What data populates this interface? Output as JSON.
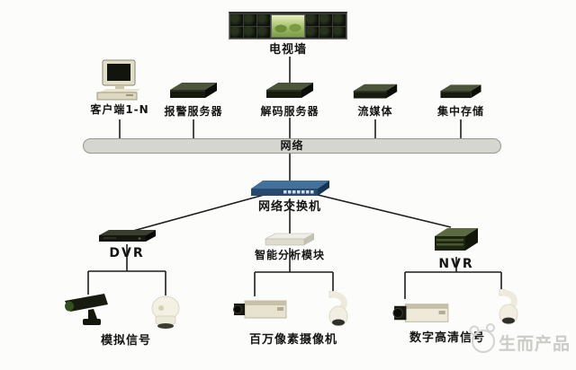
{
  "diagram": {
    "type": "security-surveillance-network-topology",
    "tv_wall": {
      "label": "电视墙"
    },
    "top_devices": [
      {
        "label": "客户端1-N",
        "icon": "workstation-icon"
      },
      {
        "label": "报警服务器",
        "icon": "server-icon"
      },
      {
        "label": "解码服务器",
        "icon": "server-icon"
      },
      {
        "label": "流媒体",
        "icon": "server-icon"
      },
      {
        "label": "集中存储",
        "icon": "server-icon"
      }
    ],
    "network_bus": {
      "label": "网络"
    },
    "switch": {
      "label": "网络交换机",
      "icon": "network-switch-icon"
    },
    "recorders": [
      {
        "label": "DVR",
        "icon": "dvr-icon"
      },
      {
        "label": "智能分析模块",
        "icon": "analysis-module-icon"
      },
      {
        "label": "NVR",
        "icon": "nvr-icon"
      }
    ],
    "camera_groups": [
      {
        "label": "模拟信号",
        "cameras": [
          "bullet-camera",
          "dome-camera"
        ]
      },
      {
        "label": "百万像素摄像机",
        "cameras": [
          "box-camera",
          "ptz-camera"
        ]
      },
      {
        "label": "数字高清信号",
        "cameras": [
          "box-camera",
          "ptz-camera"
        ]
      }
    ],
    "watermark": {
      "text": "生而产品",
      "mascot": "mascot-icon"
    },
    "colors": {
      "background": "#fcfcfa",
      "bus_fill": "#d6d6d0",
      "bus_border": "#97978f",
      "switch_blue": "#27496b",
      "server_olive": "#4c543c",
      "nvr_green": "#47582c",
      "wire": "#1d1d1d",
      "watermark_gray": "#cbcbc7"
    }
  }
}
